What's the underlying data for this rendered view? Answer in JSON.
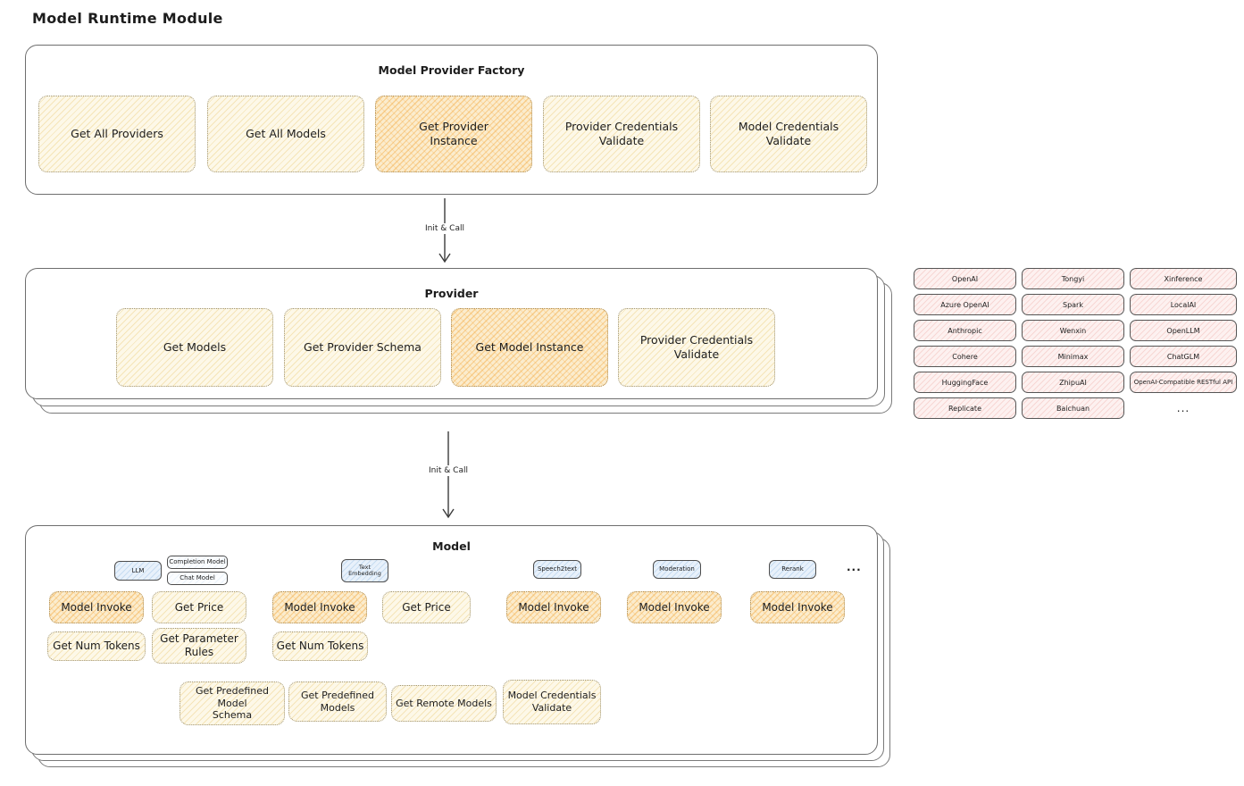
{
  "title": "Model Runtime Module",
  "factory": {
    "title": "Model Provider Factory",
    "boxes": [
      {
        "label": "Get All Providers",
        "highlighted": false
      },
      {
        "label": "Get All Models",
        "highlighted": false
      },
      {
        "label": "Get Provider\nInstance",
        "highlighted": true
      },
      {
        "label": "Provider Credentials\nValidate",
        "highlighted": false
      },
      {
        "label": "Model Credentials\nValidate",
        "highlighted": false
      }
    ]
  },
  "arrows": {
    "label1": "Init & Call",
    "label2": "Init & Call"
  },
  "provider": {
    "title": "Provider",
    "boxes": [
      {
        "label": "Get Models",
        "highlighted": false
      },
      {
        "label": "Get Provider Schema",
        "highlighted": false
      },
      {
        "label": "Get Model Instance",
        "highlighted": true
      },
      {
        "label": "Provider Credentials\nValidate",
        "highlighted": false
      }
    ]
  },
  "providers_grid": {
    "items": [
      "OpenAI",
      "Tongyi",
      "Xinference",
      "Azure OpenAI",
      "Spark",
      "LocalAI",
      "Anthropic",
      "Wenxin",
      "OpenLLM",
      "Cohere",
      "Minimax",
      "ChatGLM",
      "HuggingFace",
      "ZhipuAI",
      "OpenAI-Compatible RESTful API",
      "Replicate",
      "Baichuan",
      "..."
    ]
  },
  "model": {
    "title": "Model",
    "tags": {
      "llm": "LLM",
      "completion_model": "Completion Model",
      "chat_model": "Chat Model",
      "text_embedding": "Text\nEmbedding",
      "speech2text": "Speech2text",
      "moderation": "Moderation",
      "rerank": "Rerank",
      "more": "..."
    },
    "functions": {
      "llm_invoke": "Model Invoke",
      "llm_get_price": "Get Price",
      "llm_get_num_tokens": "Get Num Tokens",
      "llm_get_parameter_rules": "Get Parameter\nRules",
      "embed_invoke": "Model Invoke",
      "embed_get_price": "Get Price",
      "embed_get_num_tokens": "Get Num Tokens",
      "speech_invoke": "Model Invoke",
      "moderation_invoke": "Model Invoke",
      "rerank_invoke": "Model Invoke"
    },
    "bottom": [
      "Get Predefined Model\nSchema",
      "Get Predefined\nModels",
      "Get Remote Models",
      "Model Credentials\nValidate"
    ]
  },
  "colors": {
    "yellow_fill": "#fdf8e8",
    "yellow_hatch": "#e7c46a",
    "orange_highlight_hatch": "#f3a639",
    "pink_fill": "#fdf1f0",
    "pink_hatch": "#e27a71",
    "blue_tag_fill": "#e8f1fb",
    "blue_tag_hatch": "#79aadb",
    "box_border": "#6e6e6e",
    "text": "#1d1d1d"
  }
}
